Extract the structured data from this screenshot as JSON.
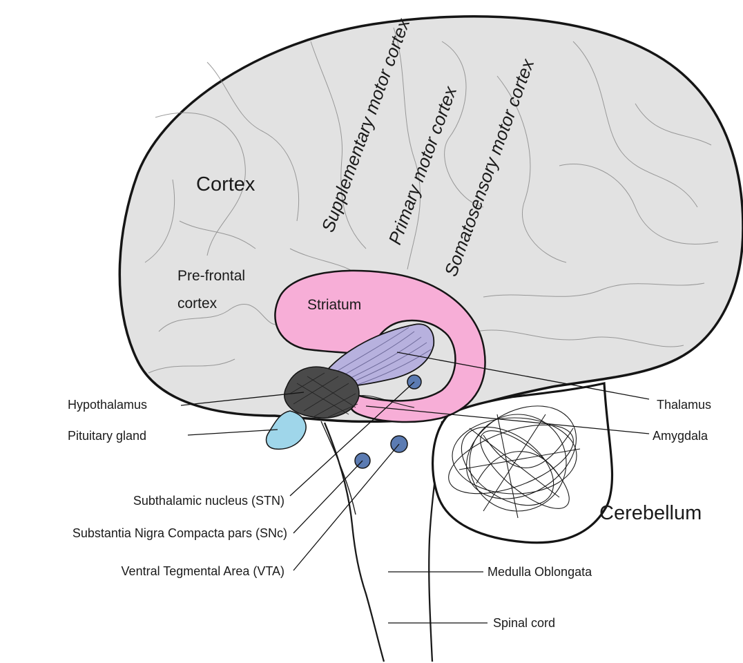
{
  "colors": {
    "cortex_fill": "#e2e2e2",
    "striatum": "#f7aed7",
    "thalamus": "#b7b1de",
    "hypothalamus": "#4a4a4a",
    "pituitary": "#9fd6ea",
    "nuclei": "#5b7bb2",
    "outline": "#151515"
  },
  "labels": {
    "cortex": "Cortex",
    "supplementary": "Supplementary motor cortex",
    "primary": "Primary motor cortex",
    "somatosensory": "Somatosensory motor cortex",
    "prefrontal_1": "Pre-frontal",
    "prefrontal_2": "cortex",
    "striatum": "Striatum",
    "hypothalamus": "Hypothalamus",
    "pituitary": "Pituitary gland",
    "thalamus": "Thalamus",
    "amygdala": "Amygdala",
    "stn": "Subthalamic nucleus (STN)",
    "snc": "Substantia Nigra Compacta pars (SNc)",
    "vta": "Ventral Tegmental Area (VTA)",
    "cerebellum": "Cerebellum",
    "medulla": "Medulla Oblongata",
    "spinal": "Spinal cord"
  }
}
